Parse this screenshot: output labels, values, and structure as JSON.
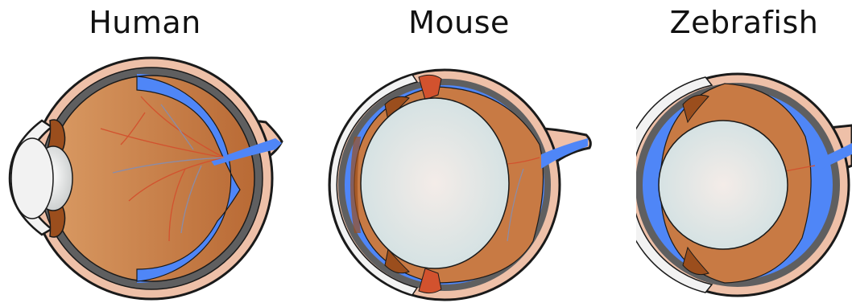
{
  "diagram": {
    "panels": [
      {
        "id": "human",
        "title": "Human"
      },
      {
        "id": "mouse",
        "title": "Mouse"
      },
      {
        "id": "zebrafish",
        "title": "Zebrafish"
      }
    ]
  },
  "colors": {
    "sclera": "#eec0a8",
    "outline": "#1a1a1a",
    "interior": "#c87a44",
    "retina_blue": "#4f86f7",
    "pigment_gray": "#5f5f60",
    "vessel_red": "#d2522e",
    "vessel_blue": "#8a8ca8",
    "iris_brown": "#9b4e1d",
    "lens_fill": "#e2eeee",
    "cornea": "#f2f2f2"
  }
}
